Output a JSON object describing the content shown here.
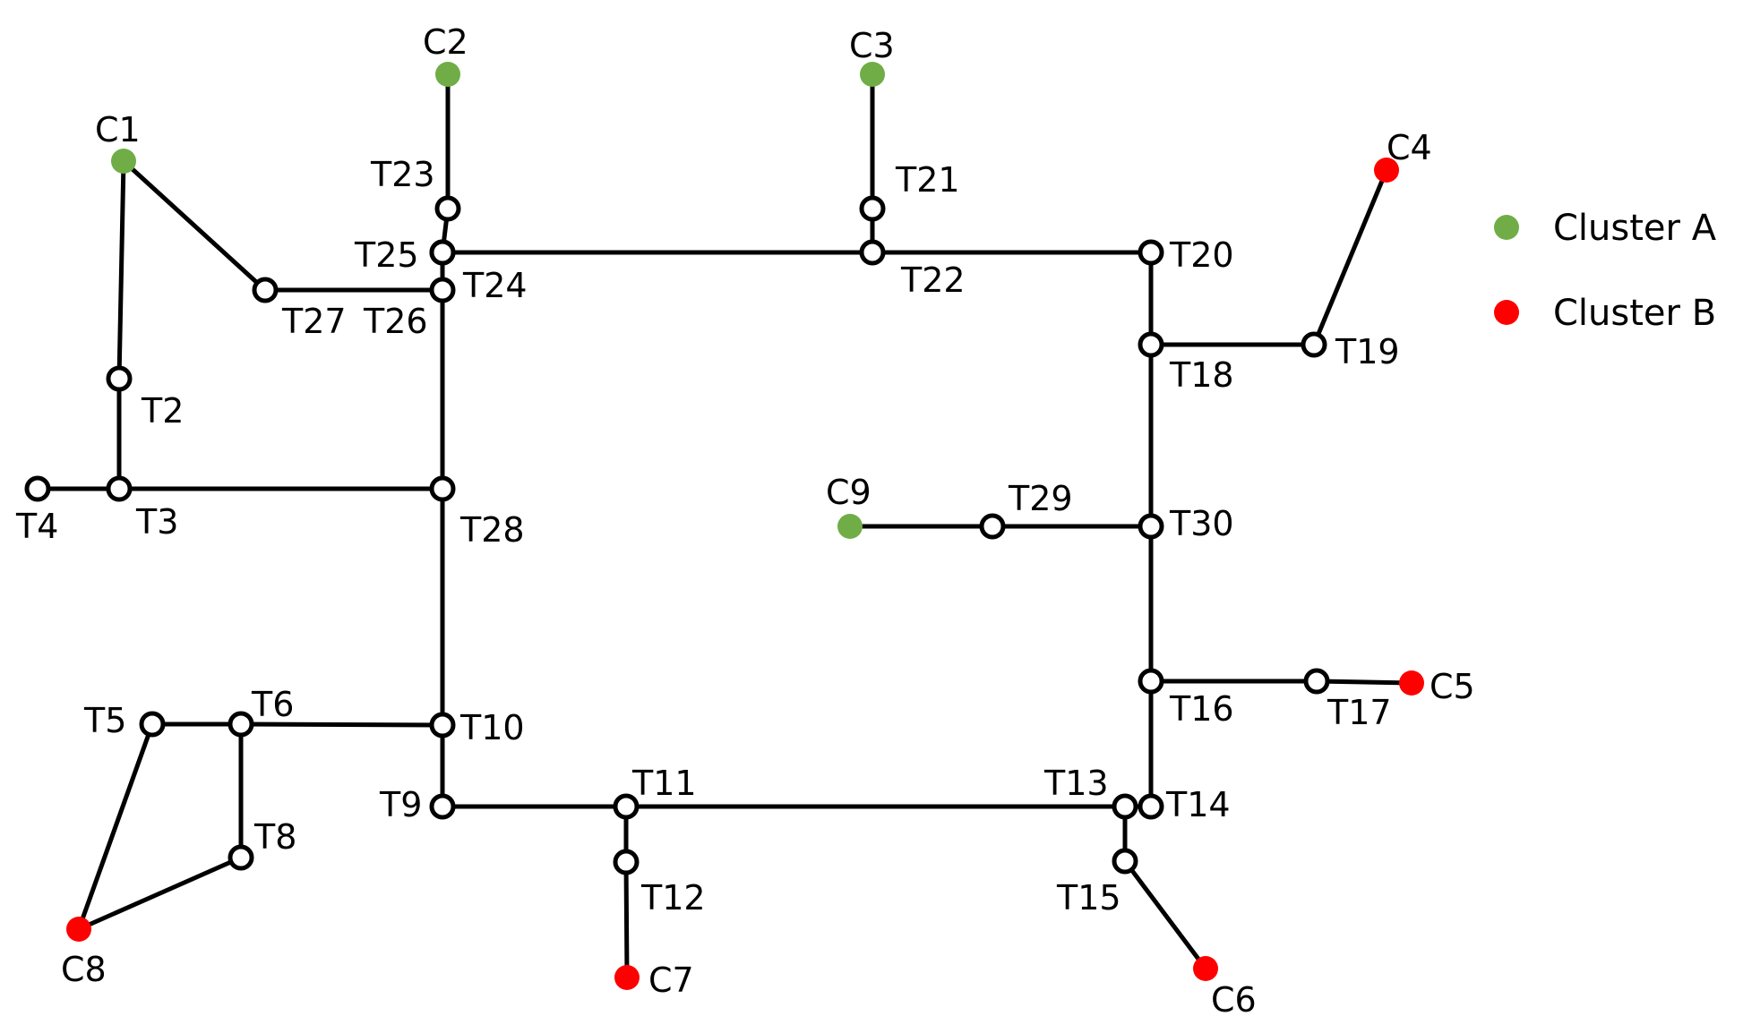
{
  "colors": {
    "cluster_a": "#70AD47",
    "cluster_b": "#FF0000",
    "edge": "#000000",
    "junction_fill": "#FFFFFF"
  },
  "legend": {
    "cluster_a": {
      "label": "Cluster A",
      "color": "#70AD47"
    },
    "cluster_b": {
      "label": "Cluster B",
      "color": "#FF0000"
    }
  },
  "clusters": {
    "A": [
      "C1",
      "C2",
      "C3",
      "C9"
    ],
    "B": [
      "C4",
      "C5",
      "C6",
      "C7",
      "C8"
    ]
  },
  "client_nodes": [
    {
      "id": "C1",
      "label": "C1",
      "cluster": "A"
    },
    {
      "id": "C2",
      "label": "C2",
      "cluster": "A"
    },
    {
      "id": "C3",
      "label": "C3",
      "cluster": "A"
    },
    {
      "id": "C4",
      "label": "C4",
      "cluster": "B"
    },
    {
      "id": "C5",
      "label": "C5",
      "cluster": "B"
    },
    {
      "id": "C6",
      "label": "C6",
      "cluster": "B"
    },
    {
      "id": "C7",
      "label": "C7",
      "cluster": "B"
    },
    {
      "id": "C8",
      "label": "C8",
      "cluster": "B"
    },
    {
      "id": "C9",
      "label": "C9",
      "cluster": "A"
    }
  ],
  "junction_nodes": [
    {
      "id": "T2",
      "label": "T2"
    },
    {
      "id": "T3",
      "label": "T3"
    },
    {
      "id": "T4",
      "label": "T4"
    },
    {
      "id": "T5",
      "label": "T5"
    },
    {
      "id": "T6",
      "label": "T6"
    },
    {
      "id": "T8",
      "label": "T8"
    },
    {
      "id": "T9",
      "label": "T9"
    },
    {
      "id": "T10",
      "label": "T10"
    },
    {
      "id": "T11",
      "label": "T11"
    },
    {
      "id": "T12",
      "label": "T12"
    },
    {
      "id": "T13",
      "label": "T13"
    },
    {
      "id": "T14",
      "label": "T14"
    },
    {
      "id": "T15",
      "label": "T15"
    },
    {
      "id": "T16",
      "label": "T16"
    },
    {
      "id": "T17",
      "label": "T17"
    },
    {
      "id": "T18",
      "label": "T18"
    },
    {
      "id": "T19",
      "label": "T19"
    },
    {
      "id": "T20",
      "label": "T20"
    },
    {
      "id": "T21",
      "label": "T21"
    },
    {
      "id": "T22",
      "label": "T22"
    },
    {
      "id": "T23",
      "label": "T23"
    },
    {
      "id": "T24",
      "label": "T24"
    },
    {
      "id": "T25",
      "label": "T25"
    },
    {
      "id": "T26",
      "label": "T26"
    },
    {
      "id": "T27",
      "label": "T27"
    },
    {
      "id": "T28",
      "label": "T28"
    },
    {
      "id": "T29",
      "label": "T29"
    },
    {
      "id": "T30",
      "label": "T30"
    }
  ],
  "edges": [
    [
      "C1",
      "T2"
    ],
    [
      "T2",
      "T3"
    ],
    [
      "T4",
      "T3"
    ],
    [
      "T3",
      "T28"
    ],
    [
      "C1",
      "T27"
    ],
    [
      "T27",
      "T26"
    ],
    [
      "C2",
      "T23"
    ],
    [
      "T23",
      "T25"
    ],
    [
      "T25",
      "T26"
    ],
    [
      "T26",
      "T28"
    ],
    [
      "T24",
      "T22"
    ],
    [
      "C3",
      "T21"
    ],
    [
      "T21",
      "T22"
    ],
    [
      "T22",
      "T20"
    ],
    [
      "T20",
      "T18"
    ],
    [
      "T18",
      "T19"
    ],
    [
      "T19",
      "C4"
    ],
    [
      "T18",
      "T30"
    ],
    [
      "C9",
      "T29"
    ],
    [
      "T29",
      "T30"
    ],
    [
      "T30",
      "T16"
    ],
    [
      "T16",
      "T17"
    ],
    [
      "T17",
      "C5"
    ],
    [
      "T16",
      "T14"
    ],
    [
      "T28",
      "T10"
    ],
    [
      "T5",
      "T6"
    ],
    [
      "T6",
      "T10"
    ],
    [
      "T10",
      "T9"
    ],
    [
      "T5",
      "C8"
    ],
    [
      "C8",
      "T8"
    ],
    [
      "T8",
      "T6"
    ],
    [
      "T9",
      "T11"
    ],
    [
      "T11",
      "T13"
    ],
    [
      "T13",
      "T14"
    ],
    [
      "T11",
      "T12"
    ],
    [
      "T12",
      "C7"
    ],
    [
      "T13",
      "T15"
    ],
    [
      "T15",
      "C6"
    ]
  ]
}
